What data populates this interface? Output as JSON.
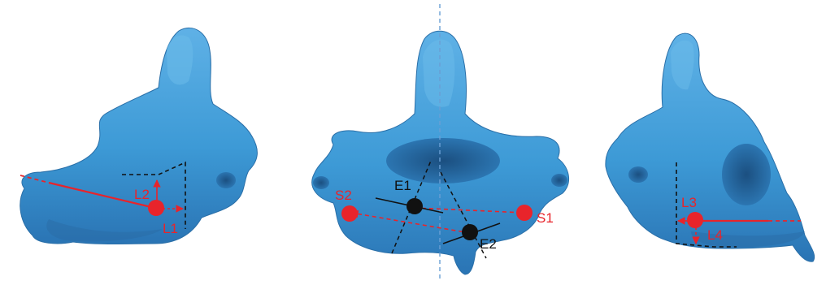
{
  "colors": {
    "bone": "#3d9ad6",
    "bone_dark": "#2a6fa8",
    "bone_light": "#7cc0ec",
    "marker_red": "#e8242b",
    "marker_black": "#111111",
    "guide_blue": "#6a9fd4"
  },
  "panels": [
    {
      "view": "lateral-left",
      "labels": {
        "l1": "L1",
        "l2": "L2"
      }
    },
    {
      "view": "anterior",
      "labels": {
        "s1": "S1",
        "s2": "S2",
        "e1": "E1",
        "e2": "E2"
      }
    },
    {
      "view": "lateral-right",
      "labels": {
        "l3": "L3",
        "l4": "L4"
      }
    }
  ]
}
